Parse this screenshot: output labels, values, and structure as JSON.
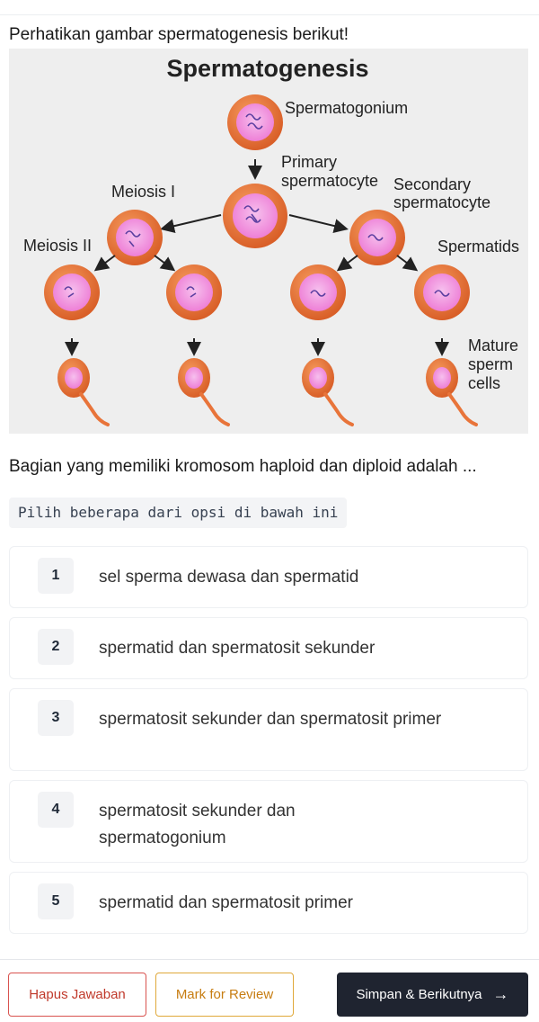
{
  "question": {
    "intro": "Perhatikan gambar spermatogenesis berikut!",
    "text": "Bagian yang memiliki kromosom haploid dan diploid adalah ...",
    "hint": "Pilih beberapa dari opsi di bawah ini"
  },
  "figure": {
    "title": "Spermatogenesis",
    "labels": {
      "spermatogonium": "Spermatogonium",
      "primary_line1": "Primary",
      "primary_line2": "spermatocyte",
      "secondary_line1": "Secondary",
      "secondary_line2": "spermatocyte",
      "meiosis1": "Meiosis I",
      "meiosis2": "Meiosis II",
      "spermatids": "Spermatids",
      "mature_line1": "Mature",
      "mature_line2": "sperm",
      "mature_line3": "cells"
    },
    "colors": {
      "cell_outer": "#e8743a",
      "cell_inner": "#f08ad8",
      "background": "#eeeeee"
    }
  },
  "options": [
    {
      "number": "1",
      "label": "sel sperma dewasa dan spermatid"
    },
    {
      "number": "2",
      "label": "spermatid dan spermatosit sekunder"
    },
    {
      "number": "3",
      "label": "spermatosit sekunder dan spermatosit primer"
    },
    {
      "number": "4",
      "label": "spermatosit sekunder dan spermatogonium"
    },
    {
      "number": "5",
      "label": "spermatid dan spermatosit primer"
    }
  ],
  "footer": {
    "clear_label": "Hapus Jawaban",
    "review_label": "Mark for Review",
    "next_label": "Simpan & Berikutnya",
    "next_icon": "arrow-right-icon"
  }
}
